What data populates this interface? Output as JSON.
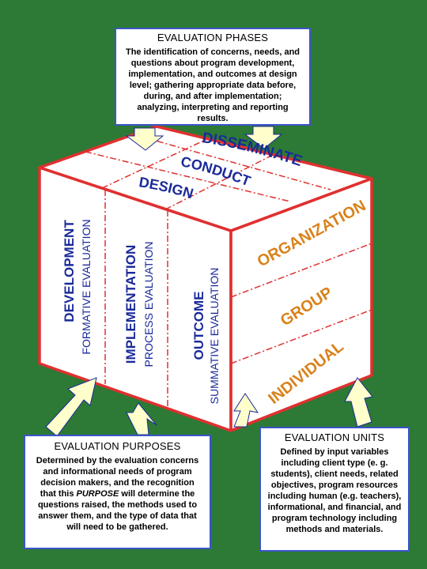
{
  "phases_box": {
    "title": "EVALUATION PHASES",
    "body": "The identification of concerns, needs, and questions about program development, implementation, and outcomes at design level; gathering appropriate data before, during, and after implementation; analyzing, interpreting and reporting results."
  },
  "purposes_box": {
    "title": "EVALUATION PURPOSES",
    "body_pre": "Determined by the evaluation concerns and informational needs of program decision makers, and the recognition that this ",
    "body_em": "PURPOSE",
    "body_post": " will determine the questions raised, the methods used to answer them, and the type of data that will need to be gathered."
  },
  "units_box": {
    "title": "EVALUATION UNITS",
    "body": "Defined by input variables including client type (e. g. students), client needs, related objectives, program resources including human (e.g. teachers), informational, and financial, and program technology including methods and materials."
  },
  "cube": {
    "top_labels": [
      "DISSEMINATE",
      "CONDUCT",
      "DESIGN"
    ],
    "front_columns": [
      {
        "main": "DEVELOPMENT",
        "sub": "FORMATIVE EVALUATION"
      },
      {
        "main": "IMPLEMENTATION",
        "sub": "PROCESS EVALUATION"
      },
      {
        "main": "OUTCOME",
        "sub": "SUMMATIVE EVALUATION"
      }
    ],
    "side_rows": [
      "ORGANIZATION",
      "GROUP",
      "INDIVIDUAL"
    ]
  },
  "colors": {
    "background": "#2c7a35",
    "cube_red": "#e03030",
    "text_blue": "#1a2a9a",
    "side_orange": "#d9821a",
    "arrow_fill": "#ffffcc",
    "box_border": "#3b55c8"
  }
}
